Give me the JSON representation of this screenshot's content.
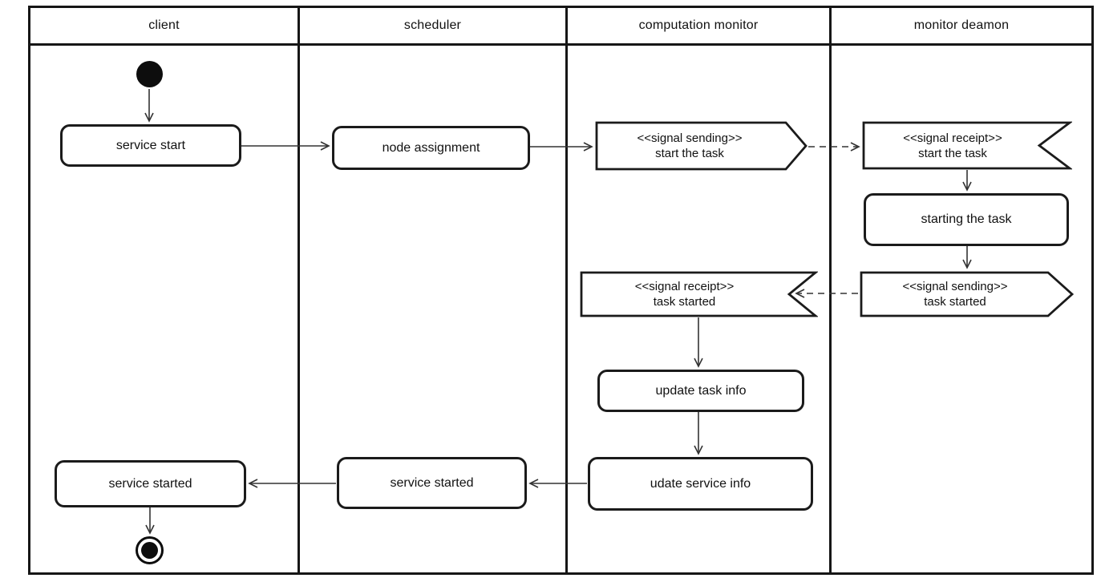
{
  "diagram_type": "uml-activity-diagram-with-swimlanes",
  "colors": {
    "background": "#ffffff",
    "shape_border": "#1b1b1b",
    "frame_border": "#161616",
    "connector": "#333333",
    "node_fill": "#ffffff"
  },
  "lanes": [
    {
      "label": "client"
    },
    {
      "label": "scheduler"
    },
    {
      "label": "computation monitor"
    },
    {
      "label": "monitor deamon"
    }
  ],
  "nodes": {
    "initial": {
      "type": "initial-node"
    },
    "service_start": {
      "label": "service start"
    },
    "node_assignment": {
      "label": "node assignment"
    },
    "signal_send_start_task": {
      "stereotype": "<<signal sending>>",
      "label": "start the task"
    },
    "signal_receipt_start_task": {
      "stereotype": "<<signal receipt>>",
      "label": "start the task"
    },
    "starting_the_task": {
      "label": "starting the task"
    },
    "signal_send_task_started": {
      "stereotype": "<<signal sending>>",
      "label": "task started"
    },
    "signal_receipt_task_started": {
      "stereotype": "<<signal receipt>>",
      "label": "task started"
    },
    "update_task_info": {
      "label": "update task info"
    },
    "udate_service_info": {
      "label": "udate service info"
    },
    "service_started_scheduler": {
      "label": "service started"
    },
    "service_started_client": {
      "label": "service started"
    },
    "final": {
      "type": "final-node"
    }
  },
  "edges": [
    {
      "from": "initial",
      "to": "service_start",
      "style": "solid"
    },
    {
      "from": "service_start",
      "to": "node_assignment",
      "style": "solid"
    },
    {
      "from": "node_assignment",
      "to": "signal_send_start_task",
      "style": "solid"
    },
    {
      "from": "signal_send_start_task",
      "to": "signal_receipt_start_task",
      "style": "dashed"
    },
    {
      "from": "signal_receipt_start_task",
      "to": "starting_the_task",
      "style": "solid"
    },
    {
      "from": "starting_the_task",
      "to": "signal_send_task_started",
      "style": "solid"
    },
    {
      "from": "signal_send_task_started",
      "to": "signal_receipt_task_started",
      "style": "dashed"
    },
    {
      "from": "signal_receipt_task_started",
      "to": "update_task_info",
      "style": "solid"
    },
    {
      "from": "update_task_info",
      "to": "udate_service_info",
      "style": "solid"
    },
    {
      "from": "udate_service_info",
      "to": "service_started_scheduler",
      "style": "solid"
    },
    {
      "from": "service_started_scheduler",
      "to": "service_started_client",
      "style": "solid"
    },
    {
      "from": "service_started_client",
      "to": "final",
      "style": "solid"
    }
  ]
}
